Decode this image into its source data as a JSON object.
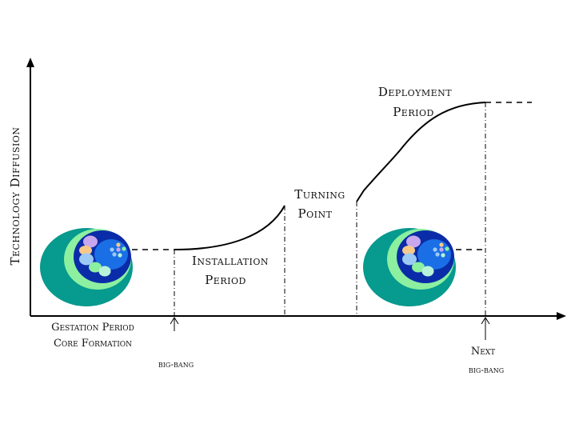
{
  "diagram": {
    "y_axis_label": "Technology Diffusion",
    "labels": {
      "gestation_line1": "Gestation Period",
      "gestation_line2": "Core Formation",
      "big_bang": "big-bang",
      "installation_line1": "Installation",
      "installation_line2": "Period",
      "turning_line1": "Turning",
      "turning_line2": "Point",
      "deployment_line1": "Deployment",
      "deployment_line2": "Period",
      "next_line1": "Next",
      "next_line2": "big-bang"
    },
    "colors": {
      "outer_teal": "#079a8e",
      "light_green": "#8cf0a0",
      "dark_blue": "#0b2ca8",
      "mid_blue": "#1a6fe6",
      "lavender": "#c9a7ee",
      "peach": "#f6c98a",
      "light_blue": "#9ccaf5",
      "mint": "#b8f2d9"
    }
  }
}
